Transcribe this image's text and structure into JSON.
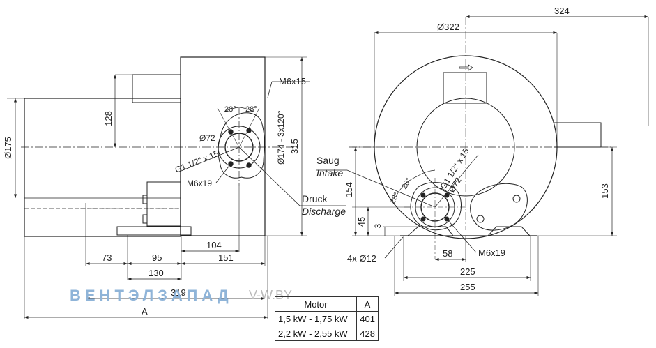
{
  "side_view": {
    "dim_128": "128",
    "dim_175": "Ø175",
    "dim_m6x15": "M6x15",
    "dim_angle1": "28°",
    "dim_angle2": "28°",
    "dim_d72": "Ø72",
    "dim_g1": "G1 1/2\" x 15",
    "dim_m6x19": "M6x19",
    "dim_bolt_circle": "Ø174 - 3x120°",
    "dim_315": "315",
    "dim_104": "104",
    "dim_73": "73",
    "dim_95": "95",
    "dim_151": "151",
    "dim_130": "130",
    "dim_319": "319",
    "dim_a": "A",
    "discharge_de": "Druck",
    "discharge_en": "Discharge"
  },
  "front_view": {
    "dim_324": "324",
    "dim_322": "Ø322",
    "intake_de": "Saug",
    "intake_en": "Intake",
    "dim_154": "154",
    "dim_45": "45",
    "dim_3": "3",
    "dim_angle1": "28°",
    "dim_angle2": "28°",
    "dim_g1": "G1 1/2\" x 15",
    "dim_d72": "Ø72",
    "dim_153": "153",
    "dim_holes": "4x Ø12",
    "dim_58": "58",
    "dim_m6x19": "M6x19",
    "dim_225": "225",
    "dim_255": "255"
  },
  "watermark": {
    "brand": "ВЕНТЭЛЗАПАД",
    "site": "V-W.BY"
  },
  "motor_table": {
    "header_motor": "Motor",
    "header_a": "A",
    "rows": [
      {
        "motor": "1,5 kW - 1,75 kW",
        "a": "401"
      },
      {
        "motor": "2,2 kW - 2,55 kW",
        "a": "428"
      }
    ]
  }
}
